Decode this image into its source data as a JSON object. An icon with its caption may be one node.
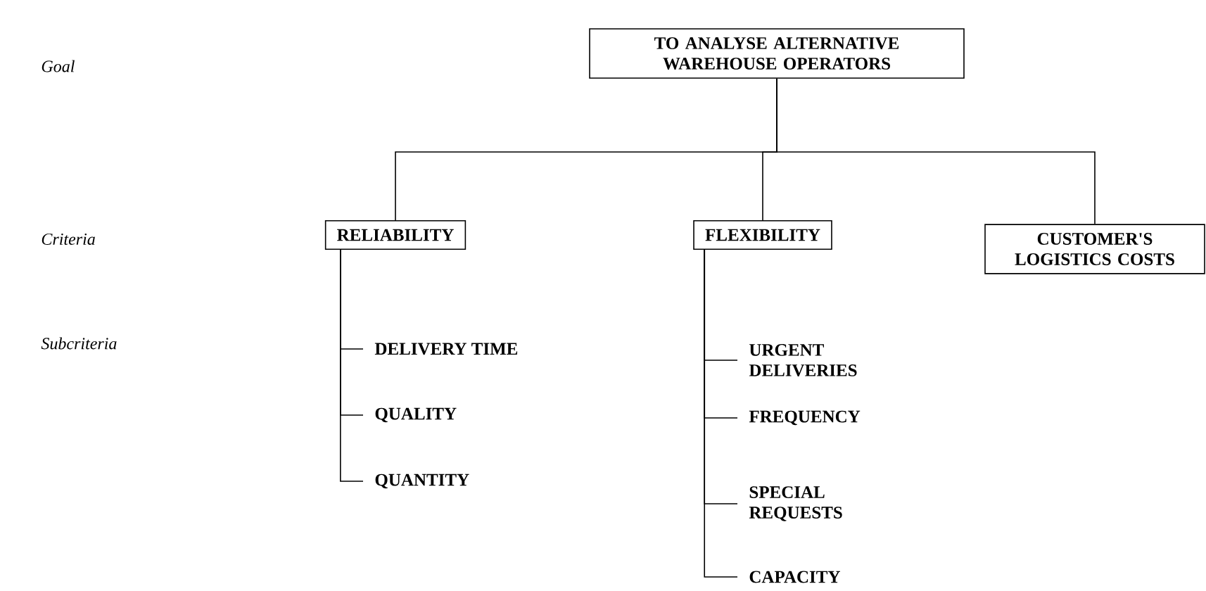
{
  "diagram": {
    "nodes": [
      {
        "text": [
          "TO ANALYSE ALTERNATIVE WAREHOUSE OPERATORS"
        ]
      },
      {
        "text": [
          "RELIABILITY"
        ]
      },
      {
        "text": [
          "FLEXIBILITY"
        ]
      },
      {
        "text": [
          "CUSTOMER'S LOGISTICS COSTS"
        ]
      },
      {
        "text": [
          "DELIVERY TIME"
        ]
      },
      {
        "text": [
          "QUALITY"
        ]
      },
      {
        "text": [
          "QUANTITY"
        ]
      },
      {
        "text": [
          "URGENT DELIVERIES"
        ]
      },
      {
        "text": [
          "FREQUENCY"
        ]
      },
      {
        "text": [
          "SPECIAL REQUESTS"
        ]
      },
      {
        "text": [
          "CAPACITY"
        ]
      }
    ],
    "edges": [
      {
        "from": 0,
        "to": 1,
        "arrow": "none"
      },
      {
        "from": 0,
        "to": 2,
        "arrow": "none"
      },
      {
        "from": 0,
        "to": 3,
        "arrow": "none"
      },
      {
        "from": 1,
        "to": 4,
        "arrow": "none"
      },
      {
        "from": 1,
        "to": 5,
        "arrow": "none"
      },
      {
        "from": 1,
        "to": 6,
        "arrow": "none"
      },
      {
        "from": 2,
        "to": 7,
        "arrow": "none"
      },
      {
        "from": 2,
        "to": 8,
        "arrow": "none"
      },
      {
        "from": 2,
        "to": 9,
        "arrow": "none"
      },
      {
        "from": 2,
        "to": 10,
        "arrow": "none"
      }
    ],
    "labels": [
      "Goal",
      "Criteria",
      "Subcriteria"
    ]
  }
}
